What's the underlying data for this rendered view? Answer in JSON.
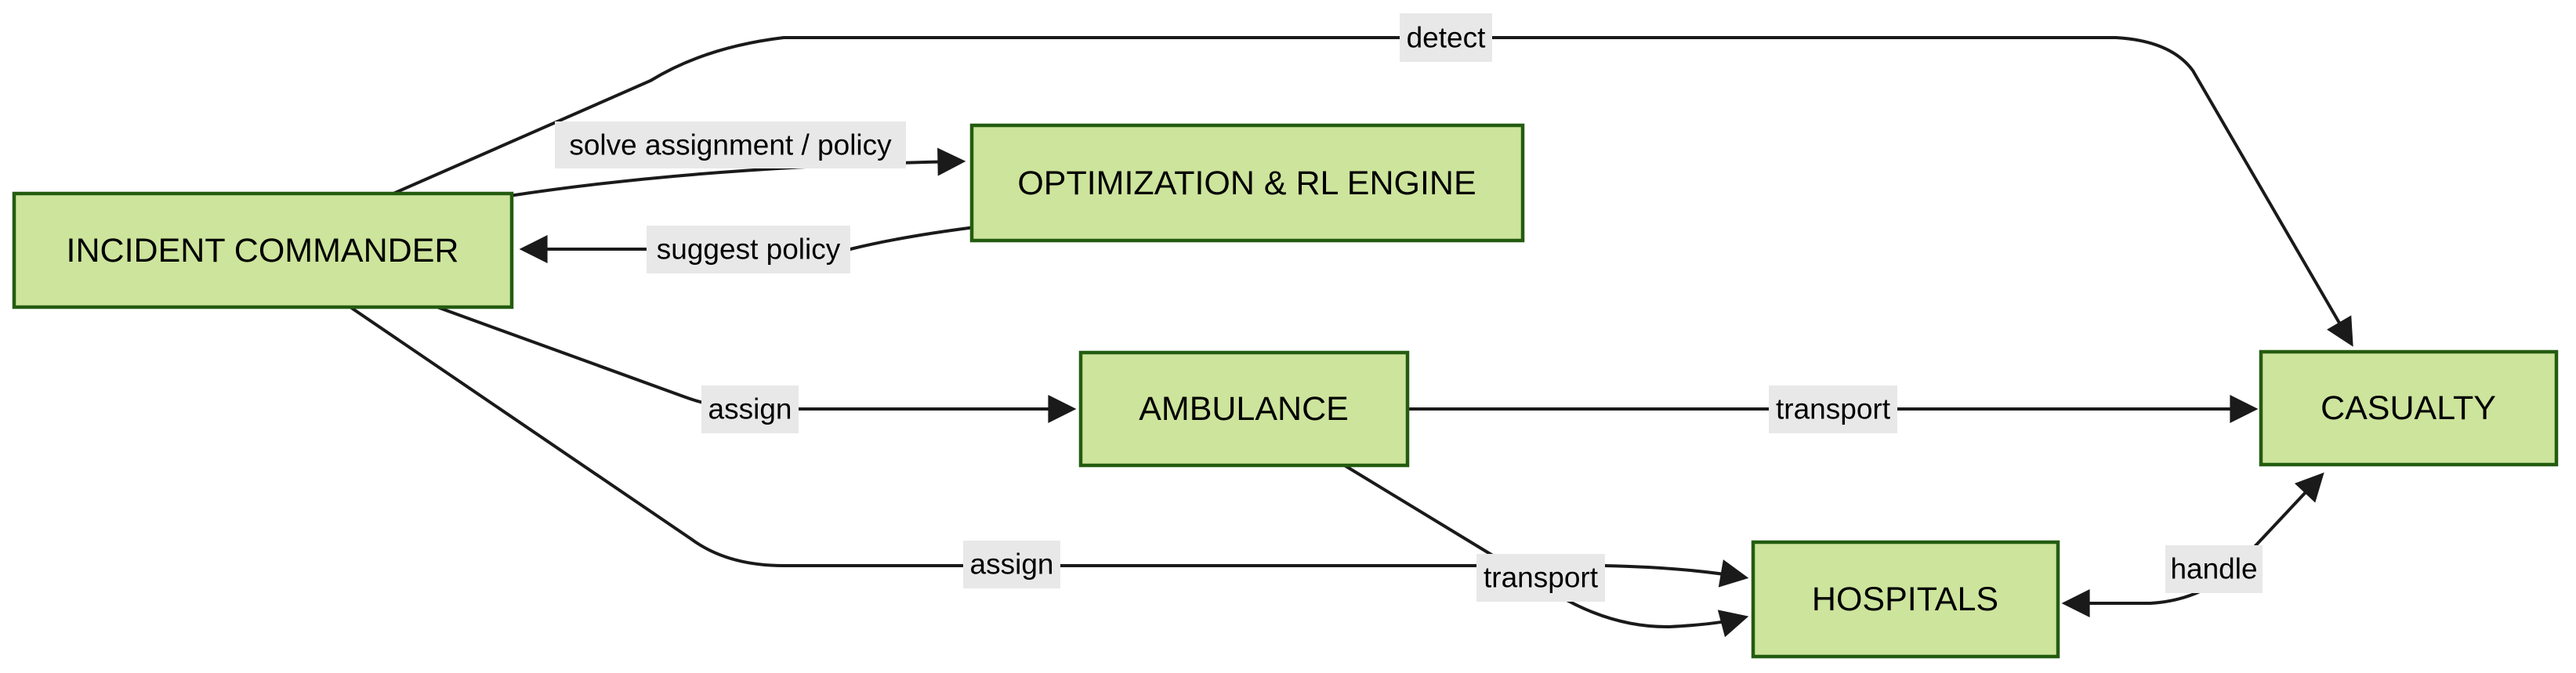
{
  "diagram": {
    "type": "flowchart",
    "colors": {
      "background": "#ffffff",
      "node_fill": "#cde49c",
      "node_border": "#235c10",
      "edge": "#1a1a1a",
      "label_bg": "#e8e8e8",
      "text": "#000000"
    },
    "nodes": [
      {
        "id": "incident-commander",
        "label": "INCIDENT COMMANDER"
      },
      {
        "id": "optimization-rl-engine",
        "label": "OPTIMIZATION & RL ENGINE"
      },
      {
        "id": "ambulance",
        "label": "AMBULANCE"
      },
      {
        "id": "hospitals",
        "label": "HOSPITALS"
      },
      {
        "id": "casualty",
        "label": "CASUALTY"
      }
    ],
    "edges": [
      {
        "label": "detect",
        "from": "INCIDENT COMMANDER",
        "to": "CASUALTY",
        "direction": "forward"
      },
      {
        "label": "solve assignment / policy",
        "from": "INCIDENT COMMANDER",
        "to": "OPTIMIZATION & RL ENGINE",
        "direction": "forward"
      },
      {
        "label": "suggest policy",
        "from": "OPTIMIZATION & RL ENGINE",
        "to": "INCIDENT COMMANDER",
        "direction": "forward"
      },
      {
        "label": "assign",
        "from": "INCIDENT COMMANDER",
        "to": "AMBULANCE",
        "direction": "forward"
      },
      {
        "label": "transport",
        "from": "AMBULANCE",
        "to": "CASUALTY",
        "direction": "forward"
      },
      {
        "label": "assign",
        "from": "INCIDENT COMMANDER",
        "to": "HOSPITALS",
        "direction": "forward"
      },
      {
        "label": "transport",
        "from": "AMBULANCE",
        "to": "HOSPITALS",
        "direction": "forward"
      },
      {
        "label": "handle",
        "from": "HOSPITALS",
        "to": "CASUALTY",
        "direction": "both"
      }
    ]
  }
}
